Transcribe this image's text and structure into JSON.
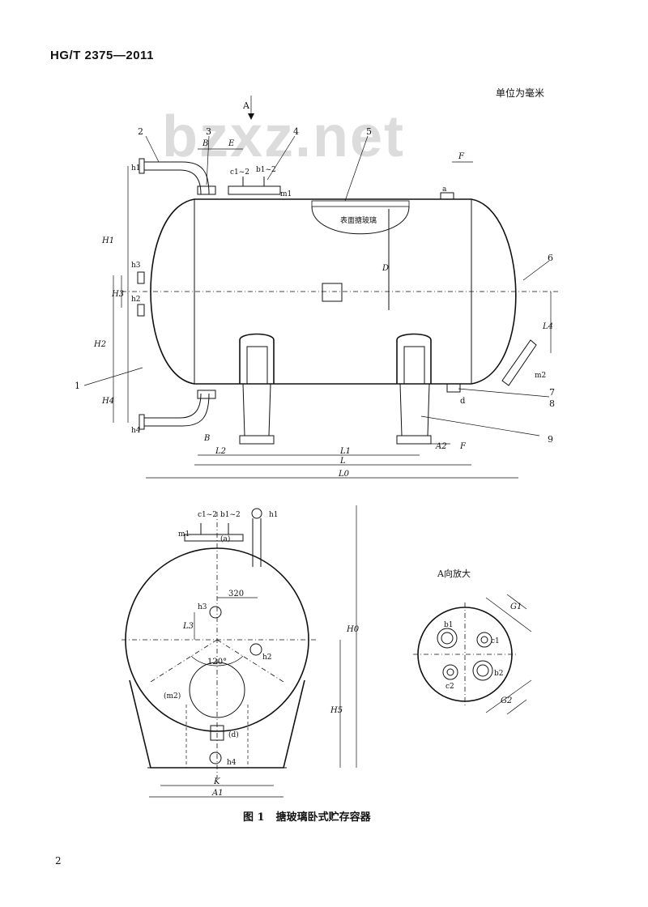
{
  "header": {
    "standard_no": "HG/T 2375—2011",
    "unit_note": "单位为毫米"
  },
  "watermark": "bzxz.net",
  "view1": {
    "direction_label": "A",
    "part_numbers": [
      "1",
      "2",
      "3",
      "4",
      "5",
      "6",
      "7",
      "8",
      "9"
    ],
    "labels": {
      "B_top": "B",
      "E": "E",
      "F_top": "F",
      "F_bot": "F",
      "c": "c1~2",
      "b": "b1~2",
      "m1": "m1",
      "a": "a",
      "glass_note": "表面搪玻璃",
      "D": "D",
      "h1": "h1",
      "h2": "h2",
      "h3": "h3",
      "h4": "h4",
      "H1": "H1",
      "H2": "H2",
      "H3": "H3",
      "H4": "H4",
      "L4": "L4",
      "m2": "m2",
      "d": "d",
      "B_bot": "B",
      "A2": "A2",
      "L2": "L2",
      "L1": "L1",
      "L": "L",
      "L0": "L0"
    }
  },
  "view2": {
    "labels": {
      "c": "c1~2",
      "b": "b1~2",
      "m1": "m1",
      "a": "(a)",
      "h1": "h1",
      "dim_320": "320",
      "h3": "h3",
      "L3": "L3",
      "angle": "120°",
      "h2": "h2",
      "m2": "(m2)",
      "d": "(d)",
      "h4": "h4",
      "H0": "H0",
      "H5": "H5",
      "K": "K",
      "A1": "A1"
    }
  },
  "view3": {
    "title": "A向放大",
    "labels": {
      "b1": "b1",
      "c1": "c1",
      "c2": "c2",
      "b2": "b2",
      "G1": "G1",
      "G2": "G2"
    }
  },
  "caption": {
    "fig_no": "图 1",
    "title": "搪玻璃卧式贮存容器"
  },
  "page_number": "2"
}
